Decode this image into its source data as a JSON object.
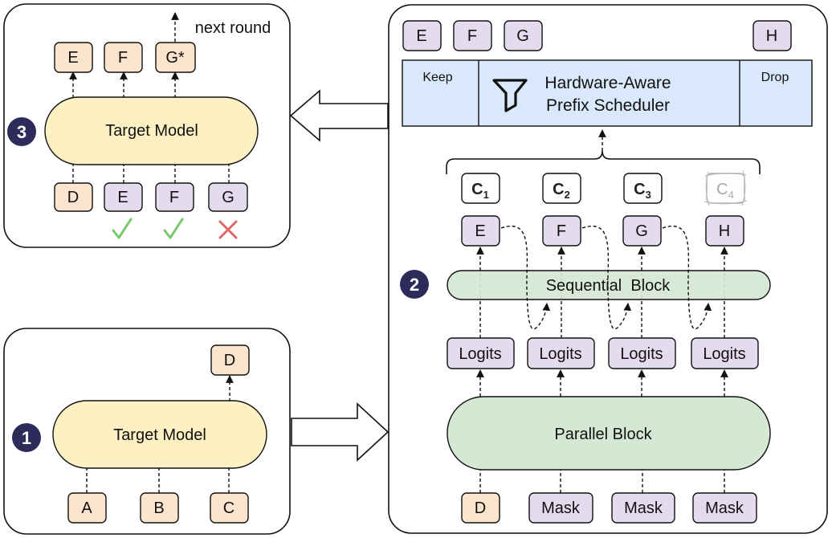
{
  "colors": {
    "orange": "#fde4cf",
    "purple": "#e4dcee",
    "yellow": "#fdf0c2",
    "green": "#d5e8d4",
    "blue": "#dae8fc",
    "step_badge": "#2d2b5a",
    "check": "#7dc86f",
    "cross": "#e06666"
  },
  "panel1": {
    "step": "1",
    "model": "Target Model",
    "inputs": [
      "A",
      "B",
      "C"
    ],
    "output": "D"
  },
  "panel2": {
    "step": "2",
    "scheduler": {
      "keep": "Keep",
      "line1": "Hardware-Aware",
      "line2": "Prefix Scheduler",
      "drop": "Drop",
      "icon": "funnel-icon"
    },
    "kept_tokens": [
      "E",
      "F",
      "G"
    ],
    "dropped_token": "H",
    "candidates": [
      {
        "base": "C",
        "sub": "1",
        "dimmed": false
      },
      {
        "base": "C",
        "sub": "2",
        "dimmed": false
      },
      {
        "base": "C",
        "sub": "3",
        "dimmed": false
      },
      {
        "base": "C",
        "sub": "4",
        "dimmed": true
      }
    ],
    "draft_tokens": [
      "E",
      "F",
      "G",
      "H"
    ],
    "sequential_block": "Sequential  Block",
    "logits": [
      "Logits",
      "Logits",
      "Logits",
      "Logits"
    ],
    "parallel_block": "Parallel Block",
    "inputs": [
      "D",
      "Mask",
      "Mask",
      "Mask"
    ]
  },
  "panel3": {
    "step": "3",
    "model": "Target Model",
    "next_round": "next round",
    "outputs": [
      "E",
      "F",
      "G*"
    ],
    "inputs": [
      "D",
      "E",
      "F",
      "G"
    ],
    "verify": [
      "check",
      "check",
      "cross"
    ]
  }
}
